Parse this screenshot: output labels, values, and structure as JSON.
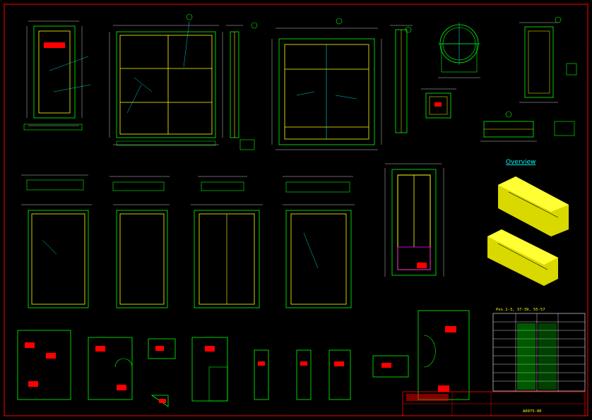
{
  "drawing": {
    "overview_title": "Overview",
    "parts_note": "Pos.1-3, 37-39, 55-57",
    "drawing_number": "A0075-00"
  },
  "colors": {
    "background": "#000000",
    "frame": "#ff0000",
    "outline": "#00ff00",
    "dimension": "#ffffff",
    "frame_member": "#ffff00",
    "leader": "#00ffff",
    "label_fill": "#ff0000",
    "title_block": "#ff0000"
  },
  "views": [
    {
      "name": "main-panel-view-1"
    },
    {
      "name": "main-panel-view-2"
    },
    {
      "name": "main-panel-view-3"
    },
    {
      "name": "side-profile-view"
    },
    {
      "name": "circular-section-view"
    },
    {
      "name": "panel-view-bottom-1"
    },
    {
      "name": "panel-view-bottom-2"
    },
    {
      "name": "panel-view-bottom-3"
    },
    {
      "name": "panel-view-bottom-4"
    },
    {
      "name": "door-view"
    },
    {
      "name": "overview-isometric"
    },
    {
      "name": "plate-detail-row"
    },
    {
      "name": "title-block"
    },
    {
      "name": "parts-list-table"
    }
  ]
}
